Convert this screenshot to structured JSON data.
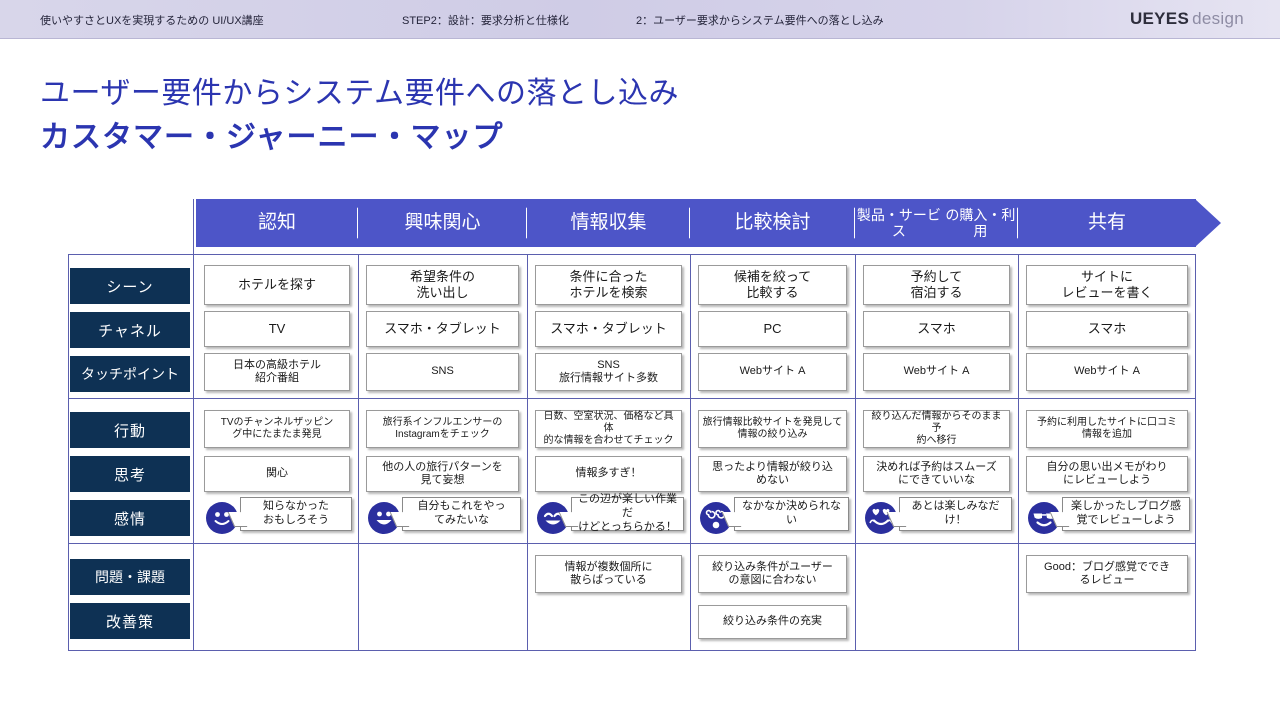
{
  "header": {
    "course": "使いやすさとUXを実現するための UI/UX講座",
    "step": "STEP2：設計：要求分析と仕様化",
    "subtitle": "2：ユーザー要求からシステム要件への落とし込み",
    "brand_bold": "UEYES",
    "brand_light": "design"
  },
  "title": {
    "line1": "ユーザー要件からシステム要件への落とし込み",
    "line2": "カスタマー・ジャーニー・マップ"
  },
  "colors": {
    "phase_bar": "#4d55c8",
    "row_label": "#0e3154",
    "title": "#2b35b0",
    "grid_line": "#5b5fae",
    "emoji": "#2b2f9e"
  },
  "phases": [
    {
      "label": "認知",
      "small": false
    },
    {
      "label": "興味関心",
      "small": false
    },
    {
      "label": "情報収集",
      "small": false
    },
    {
      "label": "比較検討",
      "small": false
    },
    {
      "label": "製品・サービス\nの購入・利用",
      "small": true
    },
    {
      "label": "共有",
      "small": false
    }
  ],
  "row_labels": [
    {
      "key": "scene",
      "label": "シーン",
      "tight": false
    },
    {
      "key": "channel",
      "label": "チャネル",
      "tight": false
    },
    {
      "key": "touchpoint",
      "label": "タッチポイント",
      "tight": true
    },
    {
      "key": "action",
      "label": "行動",
      "tight": false
    },
    {
      "key": "thought",
      "label": "思考",
      "tight": false
    },
    {
      "key": "emotion",
      "label": "感情",
      "tight": false
    },
    {
      "key": "problem",
      "label": "問題・課題",
      "tight": true
    },
    {
      "key": "improve",
      "label": "改善策",
      "tight": false
    }
  ],
  "rows": {
    "scene": [
      "ホテルを探す",
      "希望条件の\n洗い出し",
      "条件に合った\nホテルを検索",
      "候補を絞って\n比較する",
      "予約して\n宿泊する",
      "サイトに\nレビューを書く"
    ],
    "channel": [
      "TV",
      "スマホ・タブレット",
      "スマホ・タブレット",
      "PC",
      "スマホ",
      "スマホ"
    ],
    "touchpoint": [
      "日本の高級ホテル\n紹介番組",
      "SNS",
      "SNS\n旅行情報サイト多数",
      "Webサイト A",
      "Webサイト A",
      "Webサイト A"
    ],
    "action": [
      "TVのチャンネルザッピン\nグ中にたまたま発見",
      "旅行系インフルエンサーの\nInstagramをチェック",
      "日数、空室状況、価格など具体\n的な情報を合わせてチェック",
      "旅行情報比較サイトを発見して\n情報の絞り込み",
      "絞り込んだ情報からそのまま予\n約へ移行",
      "予約に利用したサイトに口コミ\n情報を追加"
    ],
    "thought": [
      "関心",
      "他の人の旅行パターンを\n見て妄想",
      "情報多すぎ！",
      "思ったより情報が絞り込\nめない",
      "決めれば予約はスムーズ\nにできていいな",
      "自分の思い出メモがわり\nにレビューしよう"
    ],
    "emotion": [
      {
        "face": "smile",
        "text": "知らなかった\nおもしろそう"
      },
      {
        "face": "grin",
        "text": "自分もこれをやっ\nてみたいな"
      },
      {
        "face": "laugh",
        "text": "この辺が楽しい作業だ\nけどとっちらかる！"
      },
      {
        "face": "dizzy",
        "text": "なかなか決められない"
      },
      {
        "face": "heart-eyes",
        "text": "あとは楽しみなだけ！"
      },
      {
        "face": "cool",
        "text": "楽しかったしブログ感\n覚でレビューしよう"
      }
    ],
    "problem": [
      "",
      "",
      "情報が複数個所に\n散らばっている",
      "絞り込み条件がユーザー\nの意図に合わない",
      "",
      "Good：ブログ感覚ででき\nるレビュー"
    ],
    "improve": [
      "",
      "",
      "",
      "絞り込み条件の充実",
      "",
      ""
    ]
  }
}
